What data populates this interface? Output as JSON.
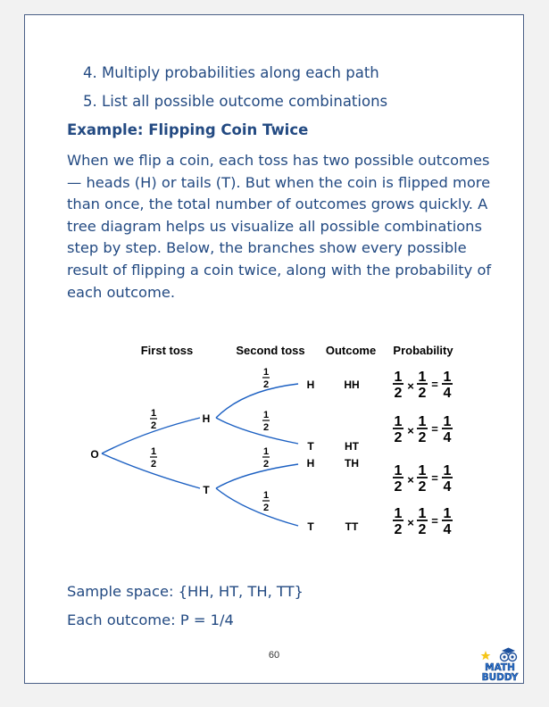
{
  "steps": [
    {
      "num": "4.",
      "text": "Multiply probabilities along each path"
    },
    {
      "num": "5.",
      "text": "List all possible outcome combinations"
    }
  ],
  "example_title": "Example: Flipping Coin Twice",
  "paragraph": "When we flip a coin, each toss has two possible outcomes — heads (H) or tails (T). But when the coin is flipped more than once, the total number of outcomes grows quickly. A tree diagram helps us visualize all possible combinations step by step. Below, the branches show every possible result of flipping a coin twice, along with the probability of each outcome.",
  "tree": {
    "headers": {
      "first": "First toss",
      "second": "Second toss",
      "outcome": "Outcome",
      "probability": "Probability"
    },
    "root": "O",
    "first_nodes": [
      "H",
      "T"
    ],
    "second_nodes": [
      "H",
      "T",
      "H",
      "T"
    ],
    "branch_prob": {
      "num": "1",
      "den": "2"
    },
    "outcomes": [
      "HH",
      "HT",
      "TH",
      "TT"
    ],
    "prob_expr": {
      "a": "1",
      "b": "2",
      "times": "×",
      "eq": "=",
      "r_num": "1",
      "r_den": "4"
    }
  },
  "sample_space": "Sample space: {HH, HT, TH, TT}",
  "each_outcome": "Each outcome: P = 1/4",
  "page_number": "60",
  "logo": {
    "line1": "MATH",
    "line2": "BUDDY"
  }
}
